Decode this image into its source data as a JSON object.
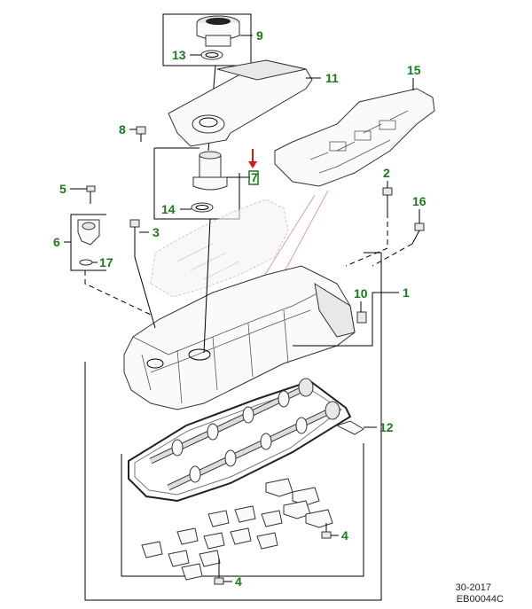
{
  "diagram": {
    "callout_color": "#1a7a1a",
    "line_color": "#000000",
    "highlight_color": "#d11a1a",
    "callouts": [
      {
        "id": "c9",
        "label": "9"
      },
      {
        "id": "c13",
        "label": "13"
      },
      {
        "id": "c11",
        "label": "11"
      },
      {
        "id": "c15",
        "label": "15"
      },
      {
        "id": "c8",
        "label": "8"
      },
      {
        "id": "c7",
        "label": "7"
      },
      {
        "id": "c14",
        "label": "14"
      },
      {
        "id": "c2",
        "label": "2"
      },
      {
        "id": "c16",
        "label": "16"
      },
      {
        "id": "c5",
        "label": "5"
      },
      {
        "id": "c6",
        "label": "6"
      },
      {
        "id": "c17",
        "label": "17"
      },
      {
        "id": "c3",
        "label": "3"
      },
      {
        "id": "c10",
        "label": "10"
      },
      {
        "id": "c1",
        "label": "1"
      },
      {
        "id": "c12",
        "label": "12"
      },
      {
        "id": "c4a",
        "label": "4"
      },
      {
        "id": "c4b",
        "label": "4"
      }
    ]
  },
  "footer": {
    "date": "30-2017",
    "code": "EB00044C"
  }
}
